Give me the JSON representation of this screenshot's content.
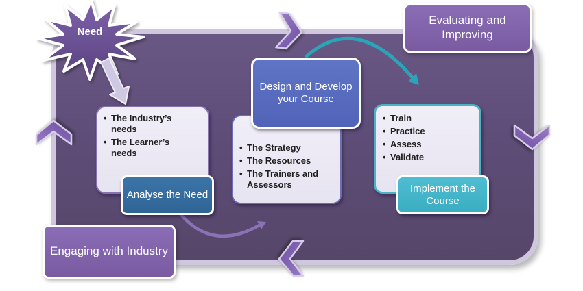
{
  "diagram": {
    "starburst": {
      "label": "Need"
    },
    "stages": [
      {
        "id": "analyse",
        "label": "Analyse the Need",
        "bullets": [
          "The Industry’s needs",
          "The Learner’s needs"
        ],
        "accent": "#336a9c"
      },
      {
        "id": "design",
        "label": "Design and Develop your Course",
        "bullets": [
          "The Strategy",
          "The Resources",
          "The Trainers and Assessors"
        ],
        "accent": "#5968bd"
      },
      {
        "id": "implement",
        "label": "Implement the Course",
        "bullets": [
          "Train",
          "Practice",
          "Assess",
          "Validate"
        ],
        "accent": "#43b4c9"
      }
    ],
    "outer_labels": [
      {
        "id": "evaluating",
        "label": "Evaluating and Improving"
      },
      {
        "id": "engaging",
        "label": "Engaging with Industry"
      }
    ],
    "colors": {
      "canvas_fill": "#5e4d78",
      "canvas_border": "#cfc7de",
      "starburst_fill": "#6f51a1",
      "outer_label_fill": "#7e61a9",
      "teal_arrow": "#2ba4ba",
      "purple_arrow": "#8b72b6",
      "need_arrow": "#cfc8e2",
      "bullet_text": "#1f1f1f"
    }
  }
}
